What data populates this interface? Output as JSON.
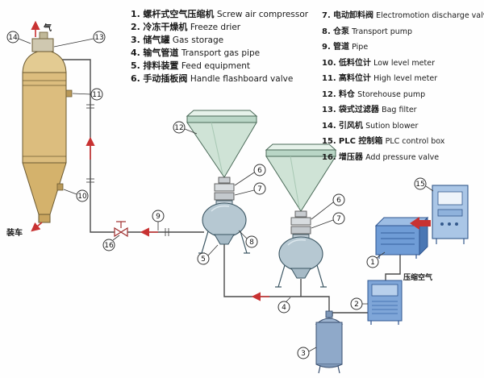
{
  "legend": {
    "col1": [
      {
        "num": "1.",
        "zh": "螺杆式空气压缩机",
        "en": "Screw air compressor"
      },
      {
        "num": "2.",
        "zh": "冷冻干燥机",
        "en": "Freeze drier"
      },
      {
        "num": "3.",
        "zh": "储气罐",
        "en": "Gas storage"
      },
      {
        "num": "4.",
        "zh": "输气管道",
        "en": "Transport gas pipe"
      },
      {
        "num": "5.",
        "zh": "排料装置",
        "en": "Feed equipment"
      },
      {
        "num": "6.",
        "zh": "手动插板阀",
        "en": "Handle flashboard valve"
      }
    ],
    "col2": [
      {
        "num": "7.",
        "zh": "电动卸料阀",
        "en": "Electromotion discharge valve"
      },
      {
        "num": "8.",
        "zh": "仓泵",
        "en": "Transport pump"
      },
      {
        "num": "9.",
        "zh": "管道",
        "en": "Pipe"
      },
      {
        "num": "10.",
        "zh": "低料位计",
        "en": "Low level meter"
      },
      {
        "num": "11.",
        "zh": "高料位计",
        "en": "High level meter"
      },
      {
        "num": "12.",
        "zh": "料仓",
        "en": "Storehouse pump"
      },
      {
        "num": "13.",
        "zh": "袋式过滤器",
        "en": "Bag filter"
      },
      {
        "num": "14.",
        "zh": "引风机",
        "en": "Sution blower"
      },
      {
        "num": "15.",
        "zh": "PLC 控制箱",
        "en": "PLC control box"
      },
      {
        "num": "16.",
        "zh": "增压器",
        "en": "Add pressure valve"
      }
    ]
  },
  "labels": {
    "gas": "气",
    "load_truck": "装车",
    "compressed_air": "压缩空气"
  },
  "callouts": {
    "c1": "1",
    "c2": "2",
    "c3": "3",
    "c4": "4",
    "c5": "5",
    "c6": "6",
    "c7": "7",
    "c8": "8",
    "c9": "9",
    "c10": "10",
    "c11": "11",
    "c12": "12",
    "c13": "13",
    "c14": "14",
    "c15": "15",
    "c16": "16"
  },
  "colors": {
    "silo": "#dcbd7e",
    "hopper": "#cfe3d6",
    "pump": "#b6c8d2",
    "equipment_blue": "#6f9cd6",
    "panel_blue": "#aac6e6",
    "tank_blue": "#8fa9c9",
    "arrow_red": "#c83232",
    "line": "#4a4a4a"
  }
}
